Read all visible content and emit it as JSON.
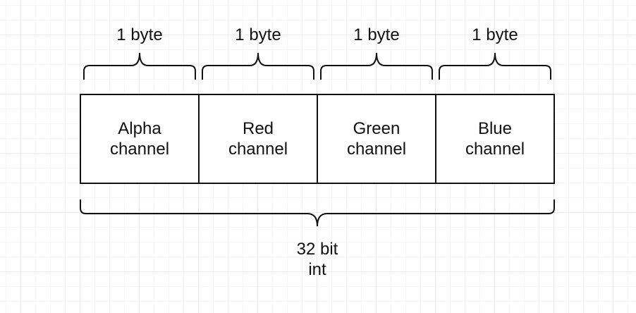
{
  "byte_labels": [
    "1 byte",
    "1 byte",
    "1 byte",
    "1 byte"
  ],
  "cells": [
    {
      "line1": "Alpha",
      "line2": "channel"
    },
    {
      "line1": "Red",
      "line2": "channel"
    },
    {
      "line1": "Green",
      "line2": "channel"
    },
    {
      "line1": "Blue",
      "line2": "channel"
    }
  ],
  "total": {
    "line1": "32 bit",
    "line2": "int"
  }
}
